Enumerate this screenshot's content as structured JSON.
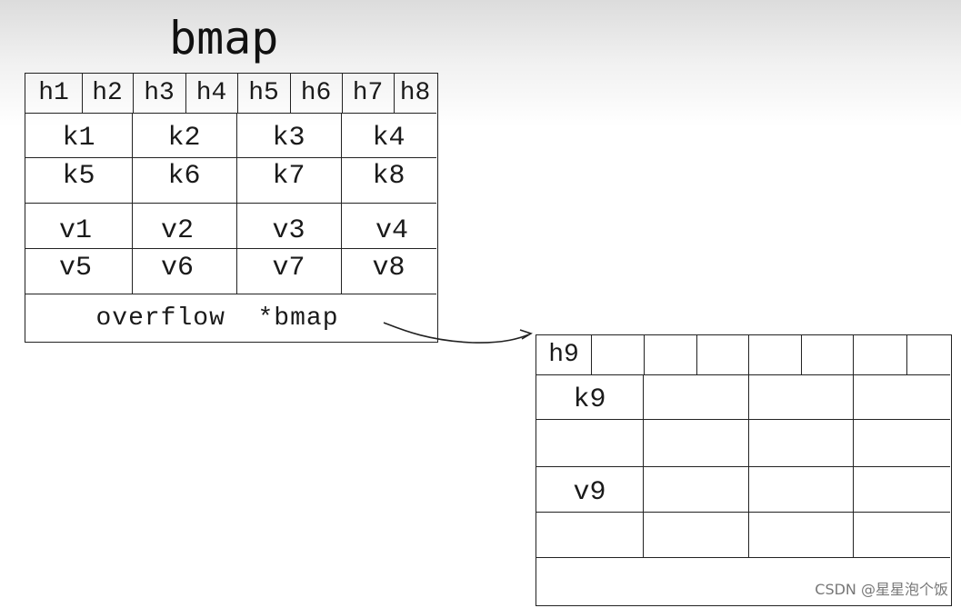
{
  "title": "bmap",
  "bucket": {
    "tophash": [
      "h1",
      "h2",
      "h3",
      "h4",
      "h5",
      "h6",
      "h7",
      "h8"
    ],
    "keys": [
      "k1",
      "k2",
      "k3",
      "k4",
      "k5",
      "k6",
      "k7",
      "k8"
    ],
    "values": [
      "v1",
      "v2",
      "v3",
      "v4",
      "v5",
      "v6",
      "v7",
      "v8"
    ],
    "overflow_label": "overflow  *bmap"
  },
  "overflow_bucket": {
    "tophash": [
      "h9"
    ],
    "keys": [
      "k9"
    ],
    "values": [
      "v9"
    ]
  },
  "watermark": "CSDN @星星泡个饭"
}
